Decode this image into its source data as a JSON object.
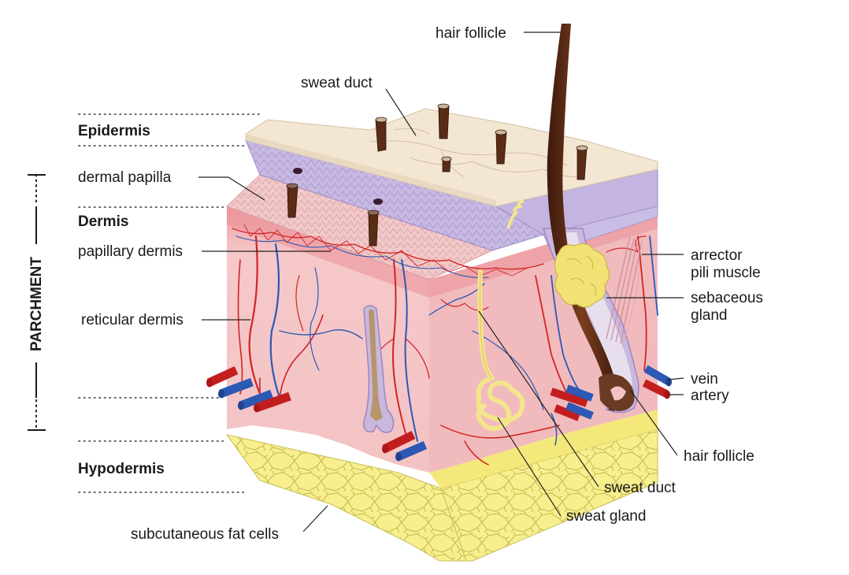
{
  "layers": {
    "epidermis": "Epidermis",
    "dermis": "Dermis",
    "hypodermis": "Hypodermis",
    "parchment": "PARCHMENT"
  },
  "labels": {
    "hair_follicle_top": "hair follicle",
    "sweat_duct_top": "sweat duct",
    "dermal_papilla": "dermal papilla",
    "papillary_dermis": "papillary dermis",
    "reticular_dermis": "reticular dermis",
    "subcutaneous_fat": "subcutaneous fat cells",
    "arrector_line1": "arrector",
    "arrector_line2": "pili muscle",
    "sebaceous_line1": "sebaceous",
    "sebaceous_line2": "gland",
    "vein": "vein",
    "artery": "artery",
    "hair_follicle_bottom": "hair follicle",
    "sweat_duct_bottom": "sweat duct",
    "sweat_gland": "sweat gland"
  },
  "colors": {
    "epidermis_top": "#f3e6d3",
    "epidermis_edge": "#ede0cb",
    "stratum_purple": "#c3b4e0",
    "papilla_pink": "#f0c2c3",
    "dermis": "#f3c5c6",
    "dermis_edge": "#ea9ea3",
    "fat": "#f7ef8e",
    "fat_cell_line": "#c8bd55",
    "artery": "#d42323",
    "vein": "#2c59b5",
    "hair": "#5a2c16",
    "sebaceous": "#f2e276"
  }
}
